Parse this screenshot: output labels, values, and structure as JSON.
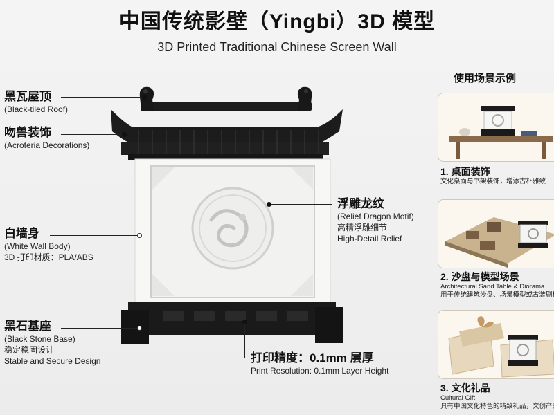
{
  "title": "中国传统影壁（Yingbi）3D 模型",
  "subtitle": "3D Printed Traditional Chinese Screen Wall",
  "callouts": {
    "roof": {
      "zh": "黑瓦屋顶",
      "en": "(Black-tiled Roof)"
    },
    "acroteria": {
      "zh": "吻兽装饰",
      "en": "(Acroteria Decorations)"
    },
    "wall": {
      "zh": "白墙身",
      "en": "(White Wall Body)",
      "material": "3D 打印材质：PLA/ABS"
    },
    "base": {
      "zh": "黑石基座",
      "en": "(Black Stone Base)",
      "zh2": "稳定稳固设计",
      "en2": "Stable and Secure Design"
    },
    "dragon": {
      "zh": "浮雕龙纹",
      "en": "(Relief Dragon Motif)",
      "zh2": "高精浮雕细节",
      "en2": "High-Detail Relief"
    },
    "resolution": {
      "zh": "打印精度：0.1mm 层厚",
      "en": "Print Resolution: 0.1mm Layer Height"
    }
  },
  "usage": {
    "title": "使用场景示例",
    "items": [
      {
        "title": "1. 桌面装饰",
        "line1": "文化桌面与书架装饰，增添古朴雅致",
        "line2": ""
      },
      {
        "title": "2. 沙盘与模型场景",
        "line1": "Architectural Sand Table & Diorama",
        "line2": "用于传统建筑沙盘、场景模型或古装剧模型"
      },
      {
        "title": "3. 文化礼品",
        "line1": "Cultural Gift",
        "line2": "具有中国文化特色的精致礼品，文创产品"
      }
    ]
  },
  "colors": {
    "roof": "#1c1c1c",
    "wall": "#f7f7f5",
    "base": "#1a1a1a",
    "card_border": "#d0c8bb"
  }
}
